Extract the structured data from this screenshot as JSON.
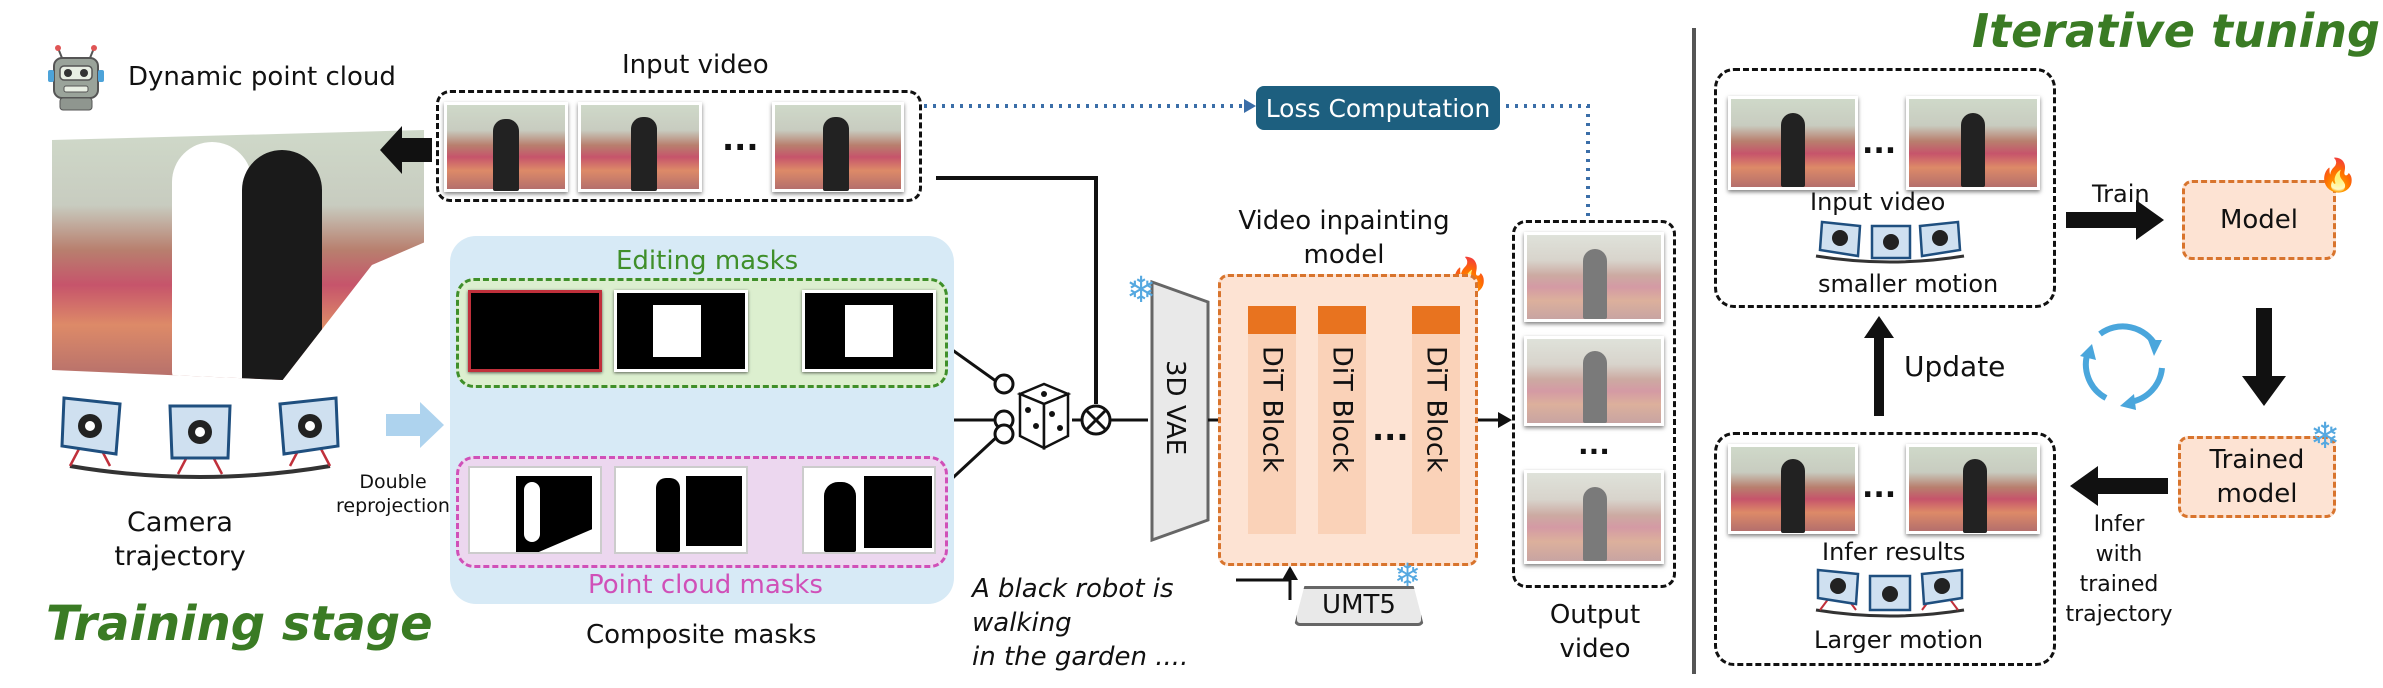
{
  "training": {
    "dynamic_point_cloud": "Dynamic point cloud",
    "camera_trajectory": "Camera\ntrajectory",
    "double_reprojection": "Double\nreprojection",
    "stage_title": "Training stage",
    "input_video": "Input video",
    "loss_computation": "Loss Computation",
    "editing_masks": "Editing masks",
    "point_cloud_masks": "Point cloud masks",
    "composite_masks": "Composite masks",
    "union_symbol": "∪",
    "prompt": "A black robot is walking\nin the garden ....",
    "vae": "3D VAE",
    "umt5": "UMT5",
    "inpainting_model": "Video inpainting\nmodel",
    "dit_block": "DiT Block",
    "output_video": "Output\nvideo",
    "ellipsis": "...",
    "ellipsis_vertical": "..."
  },
  "iterative": {
    "title": "Iterative tuning",
    "input_video": "Input video",
    "smaller_motion": "smaller motion",
    "train": "Train",
    "model": "Model",
    "update": "Update",
    "trained_model": "Trained\nmodel",
    "infer_results": "Infer results",
    "larger_motion": "Larger motion",
    "infer_with_trajectory": "Infer\nwith trained\ntrajectory"
  },
  "colors": {
    "green_title": "#3a7b24",
    "loss_box": "#1d5f7f",
    "editing_green": "#3f8f2a",
    "pointcloud_pink": "#d050b8",
    "orange": "#d8742d",
    "light_blue_panel": "#d7eaf6"
  }
}
